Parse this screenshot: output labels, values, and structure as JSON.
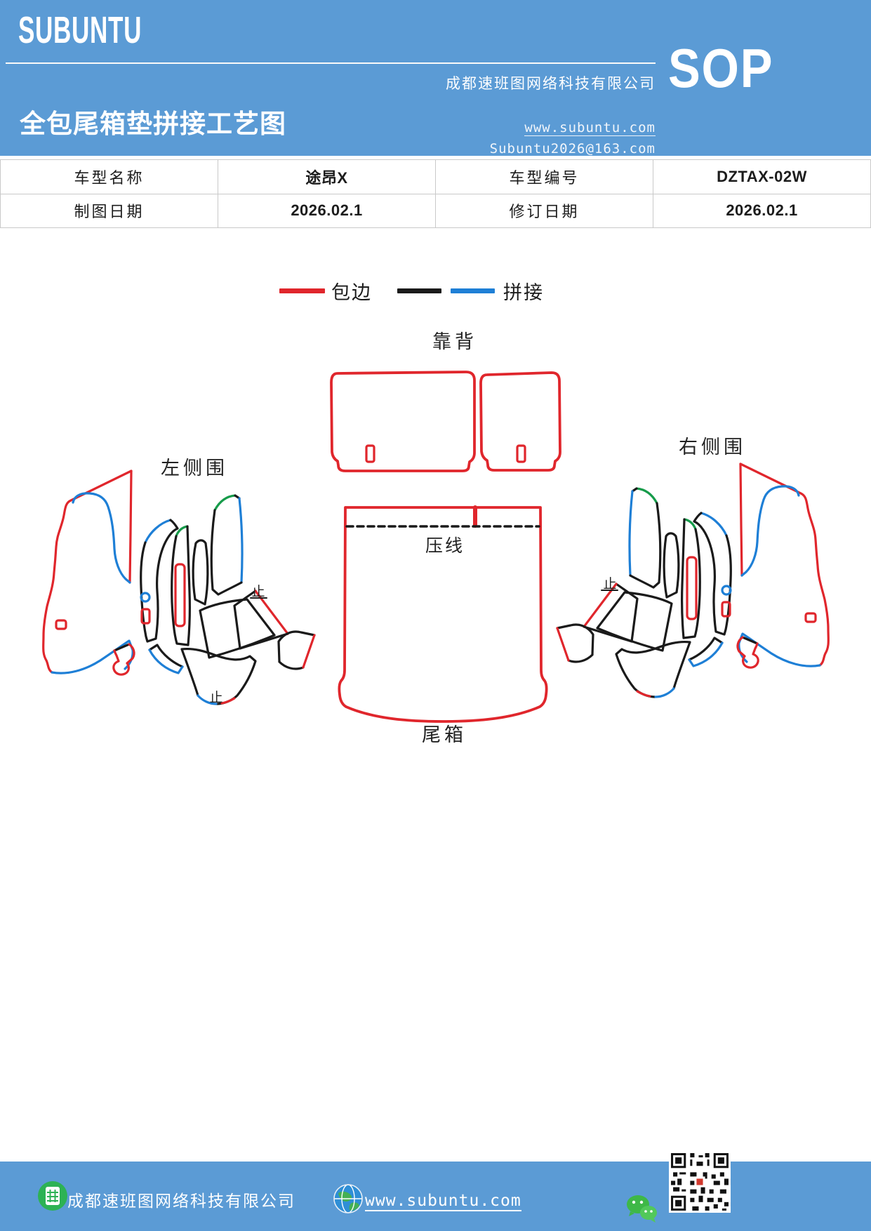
{
  "header": {
    "logo": "SUBUNTU",
    "title": "全包尾箱垫拼接工艺图",
    "company": "成都速班图网络科技有限公司",
    "sop": "SOP",
    "website": "www.subuntu.com",
    "email": "Subuntu2026@163.com"
  },
  "info_table": {
    "rows": [
      [
        "车型名称",
        "途昂X",
        "车型编号",
        "DZTAX-02W"
      ],
      [
        "制图日期",
        "2026.02.1",
        "修订日期",
        "2026.02.1"
      ]
    ]
  },
  "legend": {
    "items": [
      {
        "label": "包边",
        "swatches": [
          "edge_red"
        ]
      },
      {
        "label": "拼接",
        "swatches": [
          "line_black",
          "splice_blue"
        ]
      }
    ]
  },
  "diagram": {
    "labels": {
      "backrest": "靠背",
      "left_side": "左侧围",
      "right_side": "右侧围",
      "crease": "压线",
      "trunk": "尾箱",
      "stop_mark": "止"
    }
  },
  "footer": {
    "company": "成都速班图网络科技有限公司",
    "website": "www.subuntu.com"
  },
  "colors": {
    "theme_blue": "#5b9bd5",
    "edge_red": "#e0262c",
    "splice_blue": "#1e7fd6",
    "splice_green": "#169b4a",
    "line_black": "#1a1a1a",
    "table_border": "#c9c9c9",
    "wechat_green": "#3eb847",
    "building_green": "#2db254"
  }
}
